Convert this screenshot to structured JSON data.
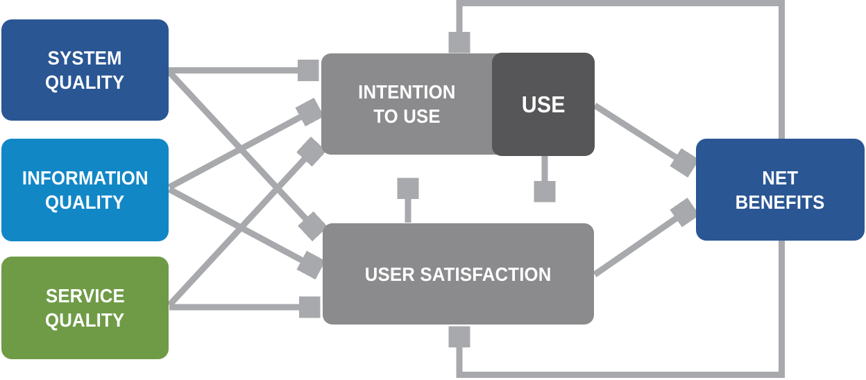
{
  "diagram": {
    "model_type": "flow-diagram",
    "arrow_color": "#A8A9AC",
    "nodes": {
      "system_quality": {
        "lines": [
          "SYSTEM",
          "QUALITY"
        ],
        "color": "#2A5694"
      },
      "information_quality": {
        "lines": [
          "INFORMATION",
          "QUALITY"
        ],
        "color": "#1287C6"
      },
      "service_quality": {
        "lines": [
          "SERVICE",
          "QUALITY"
        ],
        "color": "#6F9B47"
      },
      "intention_to_use": {
        "lines": [
          "INTENTION",
          "TO USE"
        ],
        "color": "#8B8B8D"
      },
      "use": {
        "lines": [
          "USE"
        ],
        "color": "#565658"
      },
      "user_satisfaction": {
        "lines": [
          "USER SATISFACTION"
        ],
        "color": "#8B8B8D"
      },
      "net_benefits": {
        "lines": [
          "NET",
          "BENEFITS"
        ],
        "color": "#2A5694"
      }
    },
    "connections": [
      {
        "from": "system_quality",
        "to": "intention_to_use"
      },
      {
        "from": "system_quality",
        "to": "user_satisfaction"
      },
      {
        "from": "information_quality",
        "to": "intention_to_use"
      },
      {
        "from": "information_quality",
        "to": "user_satisfaction"
      },
      {
        "from": "service_quality",
        "to": "intention_to_use"
      },
      {
        "from": "service_quality",
        "to": "user_satisfaction"
      },
      {
        "from": "user_satisfaction",
        "to": "intention_to_use"
      },
      {
        "from": "use",
        "to": "user_satisfaction"
      },
      {
        "from": "use",
        "to": "net_benefits"
      },
      {
        "from": "user_satisfaction",
        "to": "net_benefits"
      },
      {
        "from": "net_benefits",
        "to": "intention_to_use",
        "route": "top-feedback-loop"
      },
      {
        "from": "net_benefits",
        "to": "user_satisfaction",
        "route": "bottom-feedback-loop"
      }
    ]
  }
}
